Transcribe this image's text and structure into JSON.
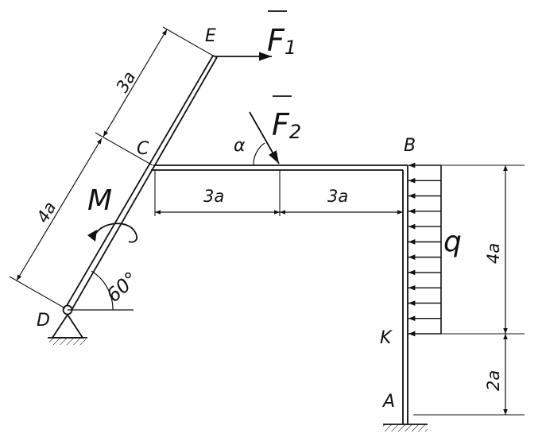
{
  "points": {
    "E": "E",
    "C": "C",
    "B": "B",
    "D": "D",
    "K": "K",
    "A": "A"
  },
  "forces": {
    "f1": {
      "letter": "F",
      "sub": "1"
    },
    "f2": {
      "letter": "F",
      "sub": "2"
    },
    "moment": "M",
    "distributed": "q"
  },
  "angles": {
    "alpha": "α",
    "base": "60°"
  },
  "dimensions": {
    "de_upper": "3a",
    "de_lower": "4a",
    "cb_left": "3a",
    "cb_right": "3a",
    "right_upper": "4a",
    "right_lower": "2a"
  },
  "colors": {
    "ink": "#111111",
    "paper": "#ffffff"
  }
}
